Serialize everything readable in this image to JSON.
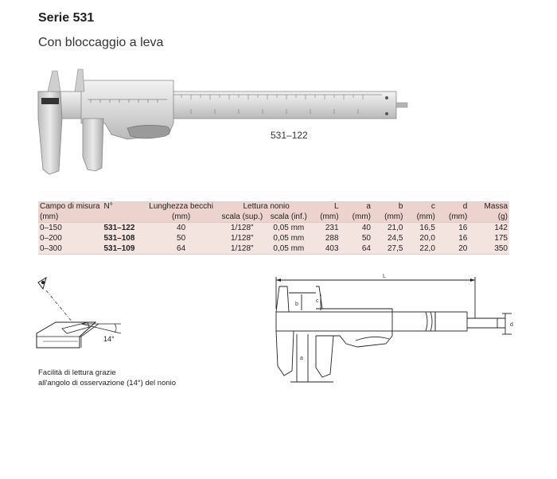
{
  "header": {
    "title": "Serie 531",
    "subtitle": "Con bloccaggio a leva"
  },
  "photo": {
    "model_code": "531–122"
  },
  "table": {
    "head1": {
      "range": "Campo di misura",
      "number": "N°",
      "jaw_length": "Lunghezza becchi",
      "vernier": "Lettura nonio",
      "L": "L",
      "a": "a",
      "b": "b",
      "c": "c",
      "d": "d",
      "mass": "Massa"
    },
    "head2": {
      "range_unit": "(mm)",
      "jaw_unit": "(mm)",
      "upper_scale": "scala (sup.)",
      "lower_scale": "scala (inf.)",
      "L_unit": "(mm)",
      "a_unit": "(mm)",
      "b_unit": "(mm)",
      "c_unit": "(mm)",
      "d_unit": "(mm)",
      "mass_unit": "(g)"
    },
    "rows": [
      {
        "range": "0–150",
        "number": "531–122",
        "jaw": "40",
        "upper": "1/128\"",
        "lower": "0,05 mm",
        "L": "231",
        "a": "40",
        "b": "21,0",
        "c": "16,5",
        "d": "16",
        "mass": "142"
      },
      {
        "range": "0–200",
        "number": "531–108",
        "jaw": "50",
        "upper": "1/128\"",
        "lower": "0,05 mm",
        "L": "288",
        "a": "50",
        "b": "24,5",
        "c": "20,0",
        "d": "16",
        "mass": "175"
      },
      {
        "range": "0–300",
        "number": "531–109",
        "jaw": "64",
        "upper": "1/128\"",
        "lower": "0,05 mm",
        "L": "403",
        "a": "64",
        "b": "27,5",
        "c": "22,0",
        "d": "20",
        "mass": "350"
      }
    ]
  },
  "angle_figure": {
    "angle_label": "14°",
    "caption_line1": "Facilità di lettura grazie",
    "caption_line2": "all'angolo di osservazione (14°) del nonio"
  },
  "dimension_figure": {
    "L": "L",
    "a": "a",
    "b": "b",
    "c": "c",
    "d": "d"
  }
}
